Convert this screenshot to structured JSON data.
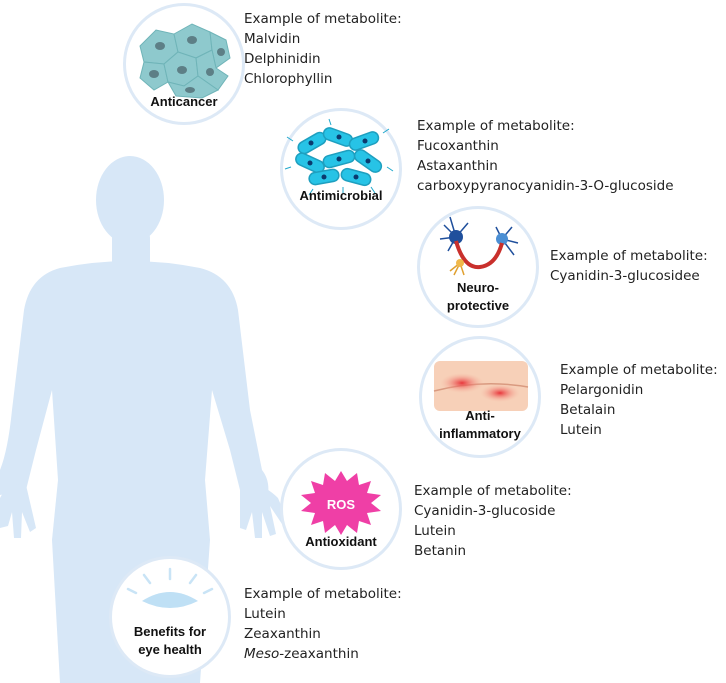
{
  "colors": {
    "silhouette": "#d7e7f7",
    "circle_border": "#dde9f6",
    "cell": "#8ec9cd",
    "microbe": "#27c3e6",
    "ros": "#ef3fa6",
    "inflammation": "#e8353a",
    "eye": "#bfe0f5"
  },
  "benefits": [
    {
      "label": "Anticancer",
      "icon": "cells-icon",
      "heading": "Example of metabolite:",
      "metabolites": [
        "Malvidin",
        "Delphinidin",
        "Chlorophyllin"
      ]
    },
    {
      "label": "Antimicrobial",
      "icon": "microbes-icon",
      "heading": "Example of metabolite:",
      "metabolites": [
        "Fucoxanthin",
        "Astaxanthin",
        "carboxypyranocyanidin-3-O-glucoside"
      ]
    },
    {
      "label_line1": "Neuro-",
      "label_line2": "protective",
      "icon": "neuron-icon",
      "heading": "Example of metabolite:",
      "metabolites": [
        "Cyanidin-3-glucosidee"
      ]
    },
    {
      "label_line1": "Anti-",
      "label_line2": "inflammatory",
      "icon": "inflamed-skin-icon",
      "heading": "Example of metabolite:",
      "metabolites": [
        "Pelargonidin",
        "Betalain",
        "Lutein"
      ]
    },
    {
      "label": "Antioxidant",
      "icon": "ros-burst-icon",
      "icon_text": "ROS",
      "heading": "Example of metabolite:",
      "metabolites": [
        "Cyanidin-3-glucoside",
        "Lutein",
        "Betanin"
      ]
    },
    {
      "label_line1": "Benefits for",
      "label_line2": "eye health",
      "icon": "eye-icon",
      "heading": "Example of metabolite:",
      "metabolites": [
        "Lutein",
        "Zeaxanthin"
      ],
      "last_metabolite_italic": "Meso",
      "last_metabolite_rest": "-zeaxanthin"
    }
  ]
}
